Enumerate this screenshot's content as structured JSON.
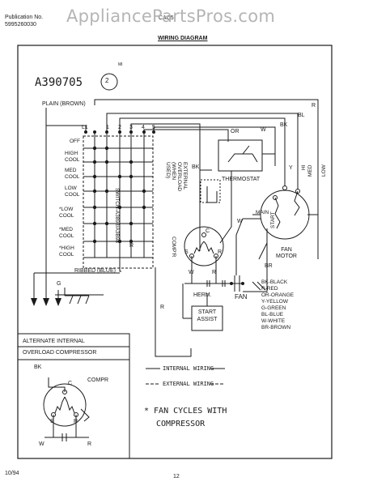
{
  "header": {
    "publication_label": "Publication No.",
    "publication_number": "5995260030",
    "model_partial": "CAC5",
    "diagram_title": "WIRING DIAGRAM",
    "watermark": "AppliancePartsPros.com"
  },
  "diagram": {
    "part_number": "A390705",
    "sheet_mark": "2",
    "sheet_mark_caption": "MI",
    "plain_lead": "PLAIN (BROWN)",
    "terminals": [
      "L1",
      "1",
      "2",
      "3",
      "4",
      "5"
    ],
    "switch_positions": [
      "OFF",
      "HIGH COOL",
      "MED COOL",
      "LOW COOL",
      "*LOW COOL",
      "*MED COOL",
      "*HIGH COOL"
    ],
    "switch_name": "SWITCH-A3893/A3B98",
    "overload_note": "EXTERNAL OVERLOAD (WHEN USED)",
    "ribbed_lead": "RIBBED (BLUE)",
    "thermostat_label": "THERMOSTAT",
    "compressor_label": "COMP'R",
    "herm_label": "HERM.",
    "fan_label": "FAN",
    "start_assist_label": "START ASSIST",
    "fan_motor_label": "FAN MOTOR",
    "fan_motor_taps": [
      "HI",
      "MED",
      "LOW"
    ],
    "main_label": "MAIN",
    "start_label": "START",
    "wire_marks": [
      "BK",
      "OR",
      "W",
      "BL",
      "R",
      "Y",
      "BR",
      "G",
      "C",
      "S"
    ],
    "color_legend": [
      "BK-BLACK",
      "R-RED",
      "OR-ORANGE",
      "Y-YELLOW",
      "G-GREEN",
      "BL-BLUE",
      "W-WHITE",
      "BR-BROWN"
    ],
    "alt_box": {
      "title_line1": "ALTERNATE    INTERNAL",
      "title_line2": "OVERLOAD COMPRESSOR",
      "labels": [
        "BK",
        "C",
        "COMPR",
        "S",
        "R",
        "W",
        "R"
      ]
    },
    "wiring_legend": {
      "internal": "INTERNAL  WIRING",
      "external": "EXTERNAL  WIRING"
    },
    "fan_note": "* FAN CYCLES WITH",
    "fan_note2": "COMPRESSOR"
  },
  "footer": {
    "date": "10/94",
    "page": "12"
  }
}
